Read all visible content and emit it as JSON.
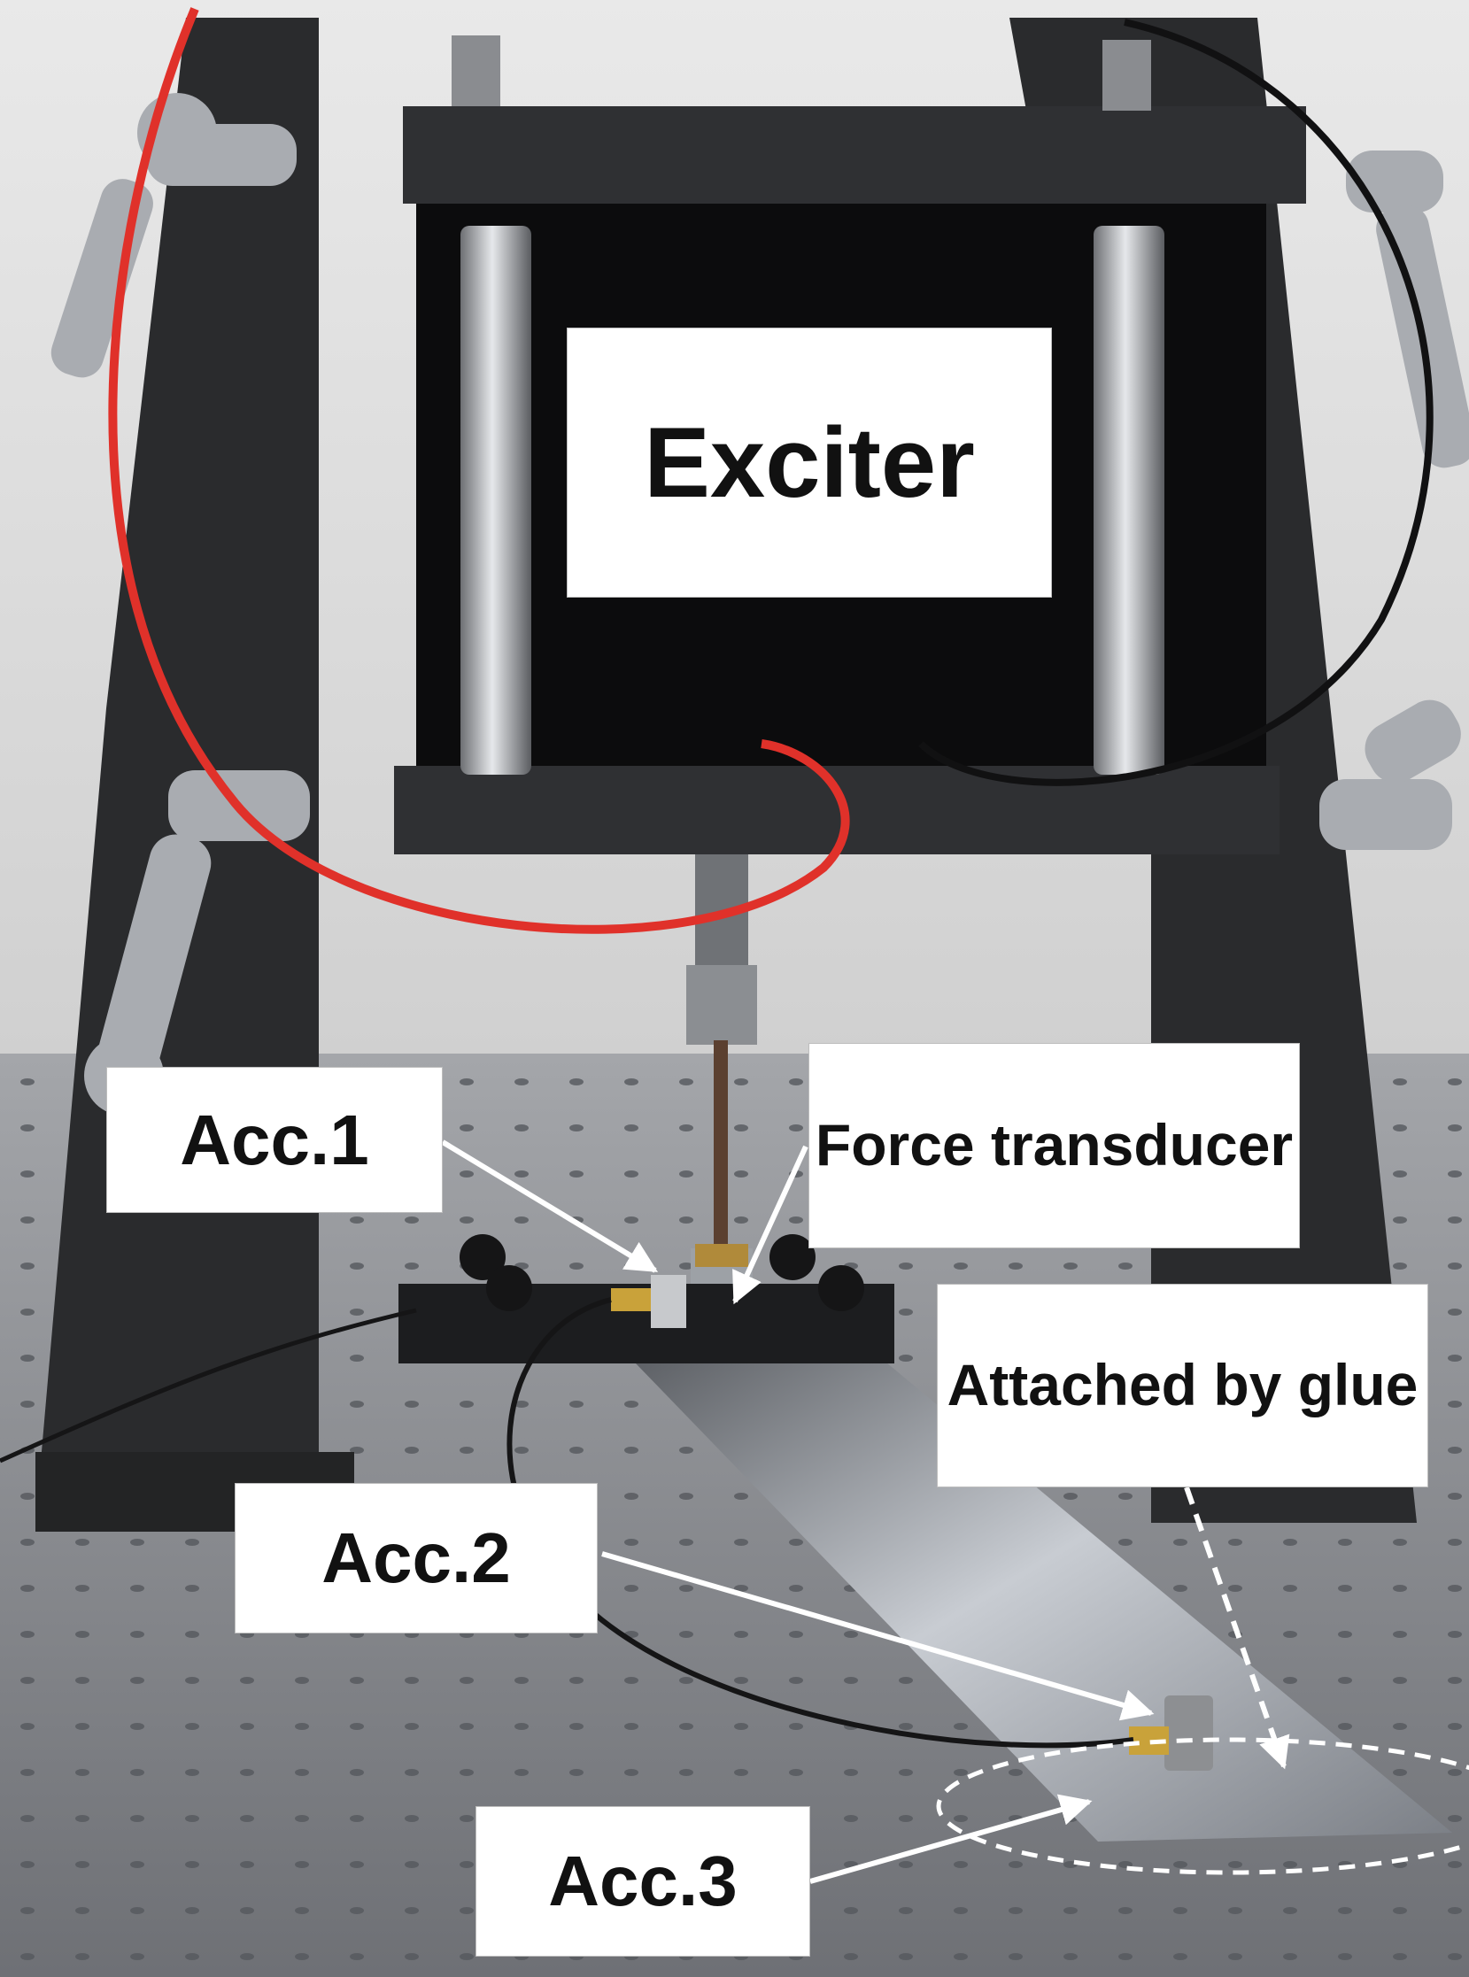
{
  "labels": {
    "exciter": "Exciter",
    "acc1": "Acc.1",
    "force_transducer": "Force transducer",
    "attached_by_glue": "Attached by glue",
    "acc2": "Acc.2",
    "acc3": "Acc.3"
  },
  "colors": {
    "frame": "#2b2b2b",
    "bench": "#8c8f94",
    "red_cable": "#e0312a",
    "beam": "#cfd4da",
    "label_bg": "#ffffff"
  }
}
